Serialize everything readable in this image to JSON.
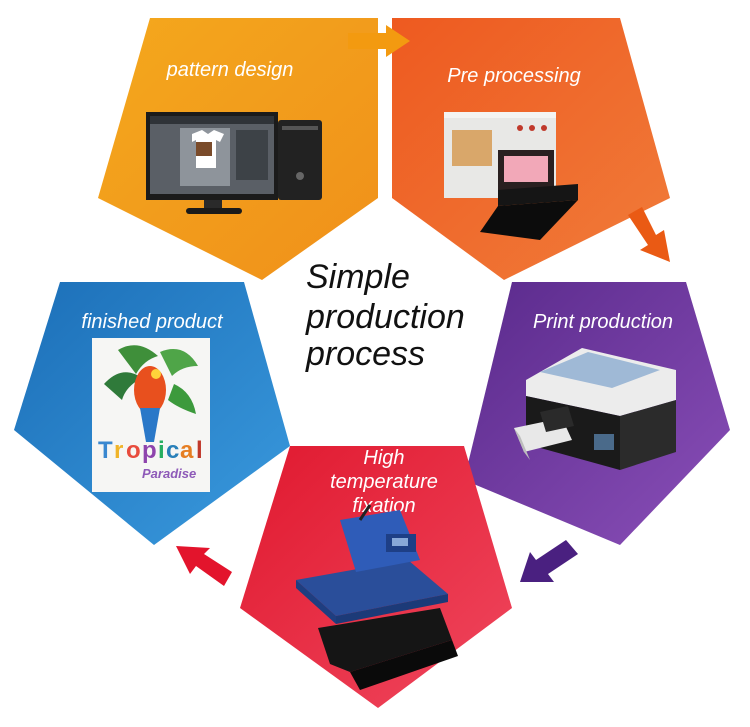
{
  "center_title": [
    "Simple",
    "production",
    "process"
  ],
  "steps": [
    {
      "label": [
        "pattern design"
      ],
      "color_a": "#f4a81d",
      "color_b": "#f0901a",
      "image": "computer-monitor-and-tower"
    },
    {
      "label": [
        "Pre processing"
      ],
      "color_a": "#ee5a20",
      "color_b": "#f07c3a",
      "image": "pretreatment-machine"
    },
    {
      "label": [
        "Print production"
      ],
      "color_a": "#5a2a8c",
      "color_b": "#8a4fb8",
      "image": "flatbed-printer"
    },
    {
      "label": [
        "High",
        "temperature",
        "fixation"
      ],
      "color_a": "#e0192f",
      "color_b": "#f0475e",
      "image": "heat-press-machine"
    },
    {
      "label": [
        "finished product"
      ],
      "color_a": "#1c6fb8",
      "color_b": "#3a9ade",
      "image": "printed-tshirt-tropical-paradise"
    }
  ],
  "arrow_colors": [
    "#f39a10",
    "#ea5a14",
    "#4a2080",
    "#e3142c"
  ]
}
